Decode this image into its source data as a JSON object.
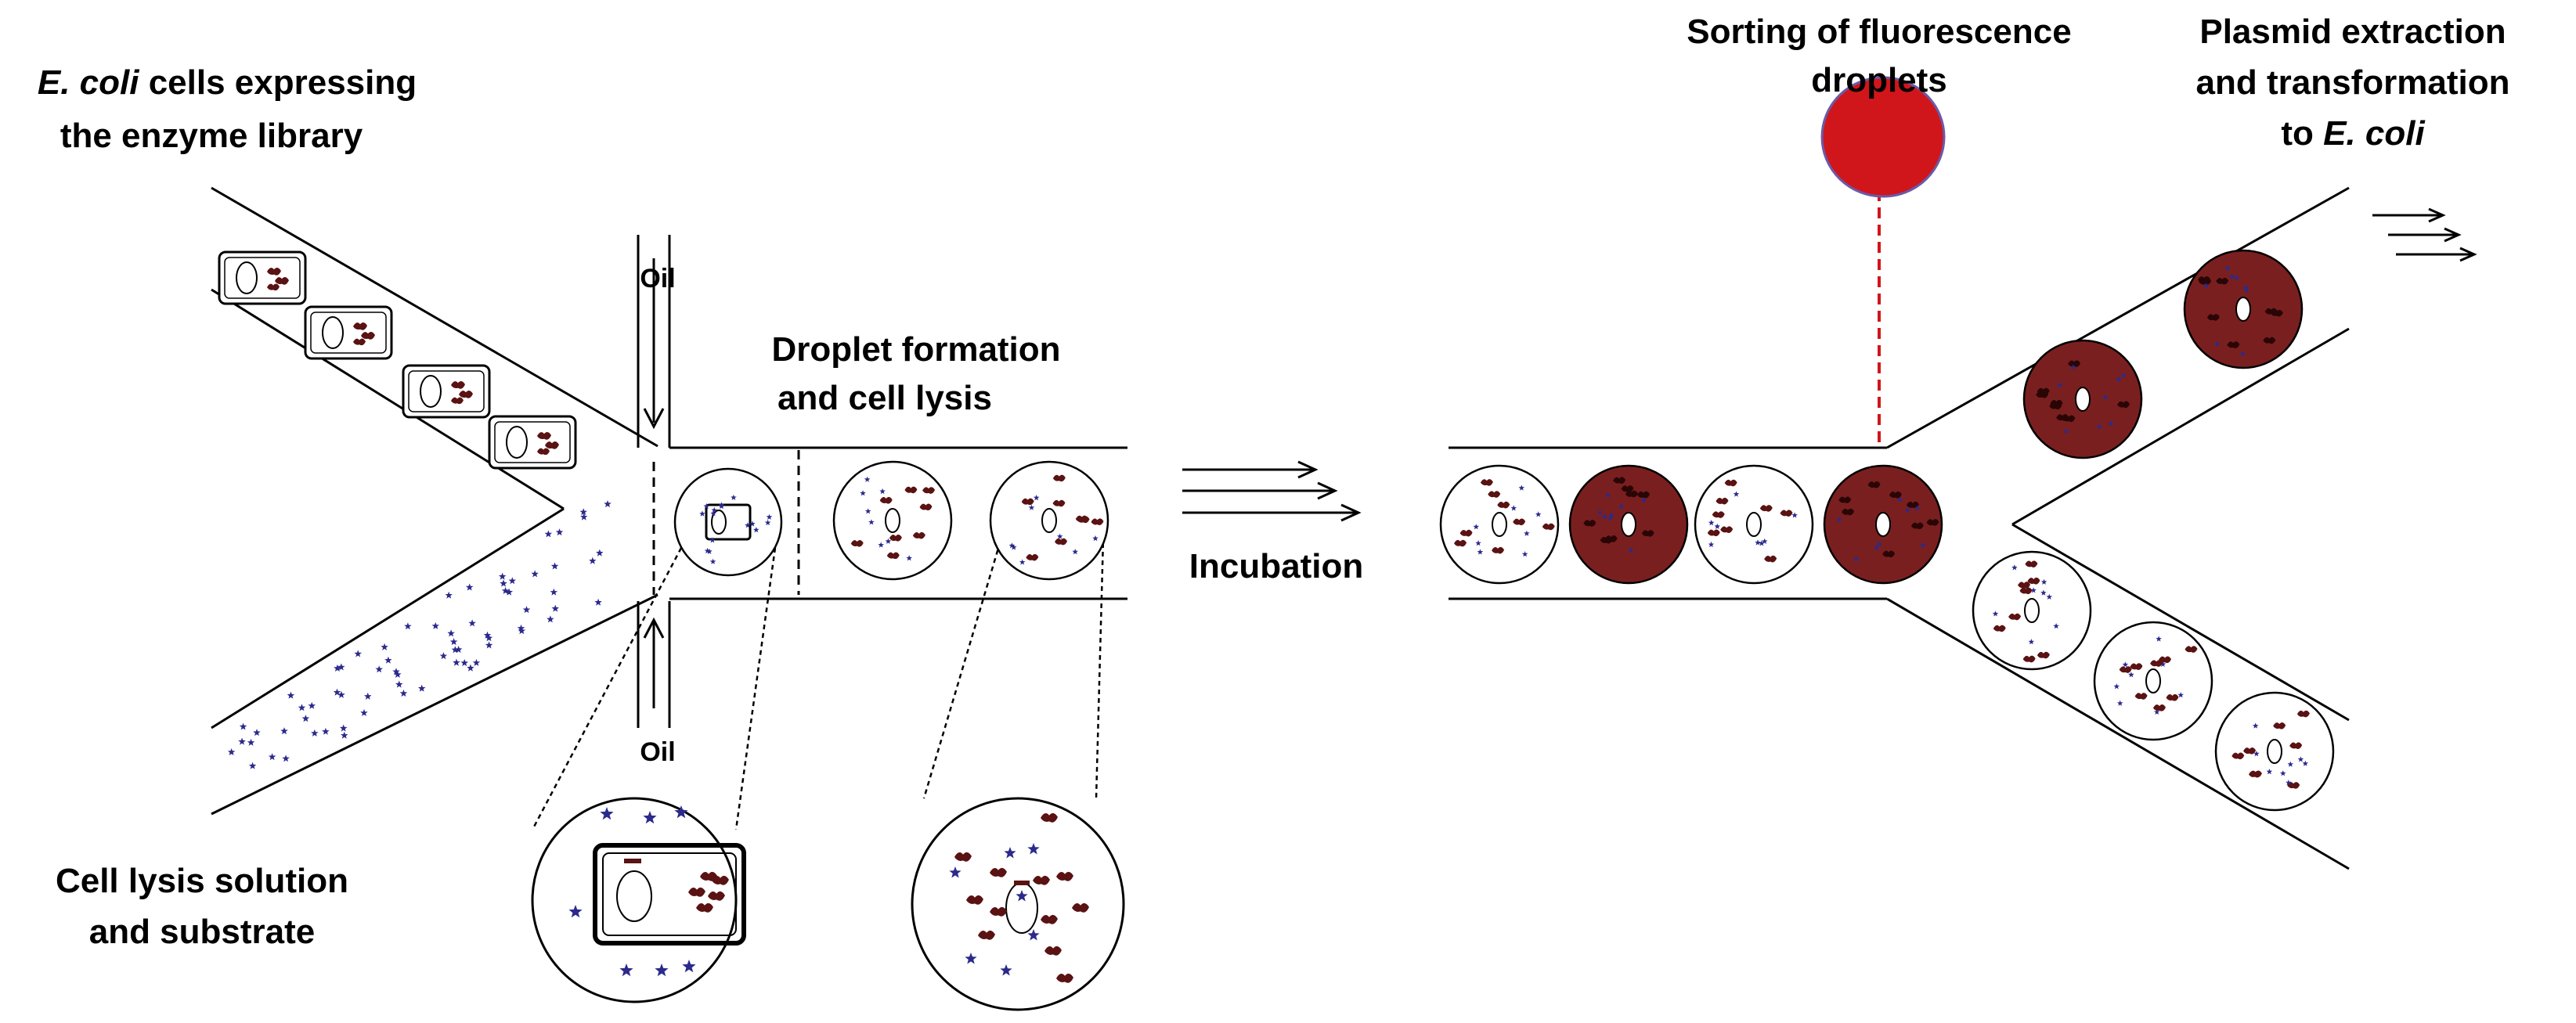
{
  "labels": {
    "ecoli_cells_line1_italic": "E. coli",
    "ecoli_cells_line1_rest": " cells expressing",
    "ecoli_cells_line2": "the enzyme library",
    "lysis_line1": "Cell lysis solution",
    "lysis_line2": "and substrate",
    "oil_top": "Oil",
    "oil_bottom": "Oil",
    "droplet_line1": "Droplet formation",
    "droplet_line2": "and cell lysis",
    "incubation": "Incubation",
    "sorting_line1": "Sorting of fluorescence",
    "sorting_line2": "droplets",
    "plasmid_line1": "Plasmid extraction",
    "plasmid_line2": "and transformation",
    "plasmid_line3_prefix": "to ",
    "plasmid_line3_italic": "E. coli"
  },
  "colors": {
    "line": "#000000",
    "fluorescent_droplet": "#7a1f1f",
    "sorting_signal": "#d0161b",
    "sorting_signal_border": "#6a5aa8",
    "substrate_star": "#2b2a8c",
    "enzyme": "#5a1212"
  },
  "icons": {
    "substrate": "star-icon",
    "enzyme": "enzyme-blob-icon",
    "cell": "ecoli-cell-icon"
  }
}
